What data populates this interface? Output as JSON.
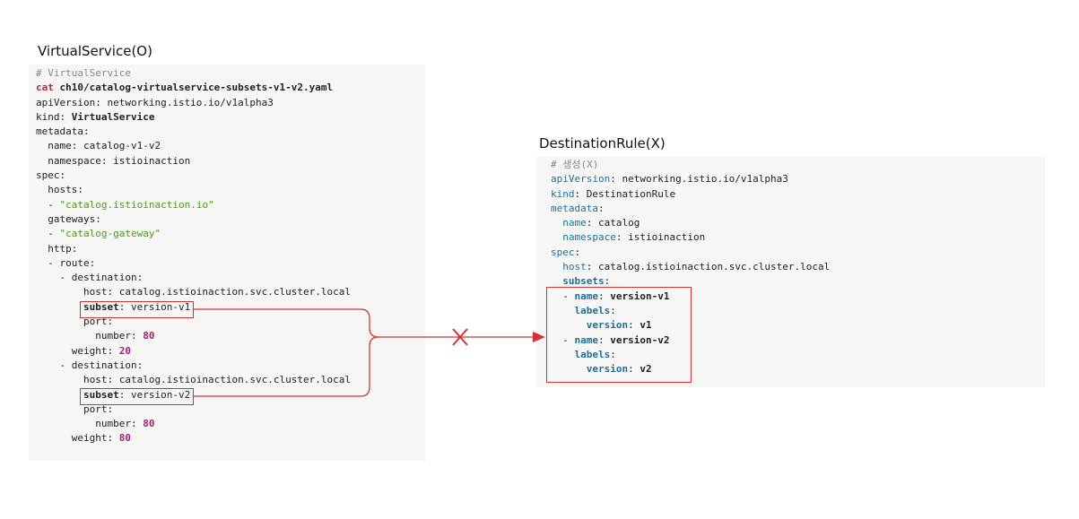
{
  "left_panel": {
    "title": "VirtualService(O)",
    "lines": [
      [
        {
          "t": "# VirtualService",
          "c": "comment"
        }
      ],
      [
        {
          "t": "cat ",
          "c": "cmd"
        },
        {
          "t": "ch10/catalog-virtualservice-subsets-v1-v2.yaml",
          "c": "bold"
        }
      ],
      [
        {
          "t": "apiVersion: networking.istio.io/v1alpha3",
          "c": ""
        }
      ],
      [
        {
          "t": "kind: ",
          "c": ""
        },
        {
          "t": "VirtualService",
          "c": "bold"
        }
      ],
      [
        {
          "t": "metadata:",
          "c": ""
        }
      ],
      [
        {
          "t": "  name: catalog-v1-v2",
          "c": ""
        }
      ],
      [
        {
          "t": "  namespace: istioinaction",
          "c": ""
        }
      ],
      [
        {
          "t": "spec:",
          "c": ""
        }
      ],
      [
        {
          "t": "  hosts:",
          "c": ""
        }
      ],
      [
        {
          "t": "  - ",
          "c": ""
        },
        {
          "t": "\"catalog.istioinaction.io\"",
          "c": "str"
        }
      ],
      [
        {
          "t": "  gateways:",
          "c": ""
        }
      ],
      [
        {
          "t": "  - ",
          "c": ""
        },
        {
          "t": "\"catalog-gateway\"",
          "c": "str"
        }
      ],
      [
        {
          "t": "  http:",
          "c": ""
        }
      ],
      [
        {
          "t": "  - route:",
          "c": ""
        }
      ],
      [
        {
          "t": "    - destination:",
          "c": ""
        }
      ],
      [
        {
          "t": "        host: catalog.istioinaction.svc.cluster.local",
          "c": ""
        }
      ],
      [
        {
          "t": "        ",
          "c": ""
        },
        {
          "t": "subset",
          "c": "bold"
        },
        {
          "t": ": version-v1",
          "c": ""
        }
      ],
      [
        {
          "t": "        port:",
          "c": ""
        }
      ],
      [
        {
          "t": "          number: ",
          "c": ""
        },
        {
          "t": "80",
          "c": "num"
        }
      ],
      [
        {
          "t": "      weight: ",
          "c": ""
        },
        {
          "t": "20",
          "c": "num"
        }
      ],
      [
        {
          "t": "    - destination:",
          "c": ""
        }
      ],
      [
        {
          "t": "        host: catalog.istioinaction.svc.cluster.local",
          "c": ""
        }
      ],
      [
        {
          "t": "        ",
          "c": ""
        },
        {
          "t": "subset",
          "c": "bold"
        },
        {
          "t": ": version-v2",
          "c": ""
        }
      ],
      [
        {
          "t": "        port:",
          "c": ""
        }
      ],
      [
        {
          "t": "          number: ",
          "c": ""
        },
        {
          "t": "80",
          "c": "num"
        }
      ],
      [
        {
          "t": "      weight: ",
          "c": ""
        },
        {
          "t": "80",
          "c": "num"
        }
      ]
    ]
  },
  "right_panel": {
    "title": "DestinationRule(X)",
    "lines": [
      [
        {
          "t": "# 생성(X)",
          "c": "comment"
        }
      ],
      [
        {
          "t": "apiVersion",
          "c": "key"
        },
        {
          "t": ": networking.istio.io/v1alpha3",
          "c": ""
        }
      ],
      [
        {
          "t": "kind",
          "c": "key"
        },
        {
          "t": ": DestinationRule",
          "c": ""
        }
      ],
      [
        {
          "t": "metadata",
          "c": "key"
        },
        {
          "t": ":",
          "c": ""
        }
      ],
      [
        {
          "t": "  ",
          "c": ""
        },
        {
          "t": "name",
          "c": "key"
        },
        {
          "t": ": catalog",
          "c": ""
        }
      ],
      [
        {
          "t": "  ",
          "c": ""
        },
        {
          "t": "namespace",
          "c": "key"
        },
        {
          "t": ": istioinaction",
          "c": ""
        }
      ],
      [
        {
          "t": "spec",
          "c": "key"
        },
        {
          "t": ":",
          "c": ""
        }
      ],
      [
        {
          "t": "  ",
          "c": ""
        },
        {
          "t": "host",
          "c": "key"
        },
        {
          "t": ": catalog.istioinaction.svc.cluster.local",
          "c": ""
        }
      ],
      [
        {
          "t": "  ",
          "c": ""
        },
        {
          "t": "subsets",
          "c": "keyb"
        },
        {
          "t": ":",
          "c": ""
        }
      ],
      [
        {
          "t": "  - ",
          "c": ""
        },
        {
          "t": "name",
          "c": "keyb"
        },
        {
          "t": ": ",
          "c": ""
        },
        {
          "t": "version-v1",
          "c": "valb"
        }
      ],
      [
        {
          "t": "    ",
          "c": ""
        },
        {
          "t": "labels",
          "c": "keyb"
        },
        {
          "t": ":",
          "c": ""
        }
      ],
      [
        {
          "t": "      ",
          "c": ""
        },
        {
          "t": "version",
          "c": "keyb"
        },
        {
          "t": ": ",
          "c": ""
        },
        {
          "t": "v1",
          "c": "valb"
        }
      ],
      [
        {
          "t": "  - ",
          "c": ""
        },
        {
          "t": "name",
          "c": "keyb"
        },
        {
          "t": ": ",
          "c": ""
        },
        {
          "t": "version-v2",
          "c": "valb"
        }
      ],
      [
        {
          "t": "    ",
          "c": ""
        },
        {
          "t": "labels",
          "c": "keyb"
        },
        {
          "t": ":",
          "c": ""
        }
      ],
      [
        {
          "t": "      ",
          "c": ""
        },
        {
          "t": "version",
          "c": "keyb"
        },
        {
          "t": ": ",
          "c": ""
        },
        {
          "t": "v2",
          "c": "valb"
        }
      ]
    ]
  },
  "connector": {
    "color": "#d23434",
    "blocked_icon": "x-mark-icon"
  }
}
